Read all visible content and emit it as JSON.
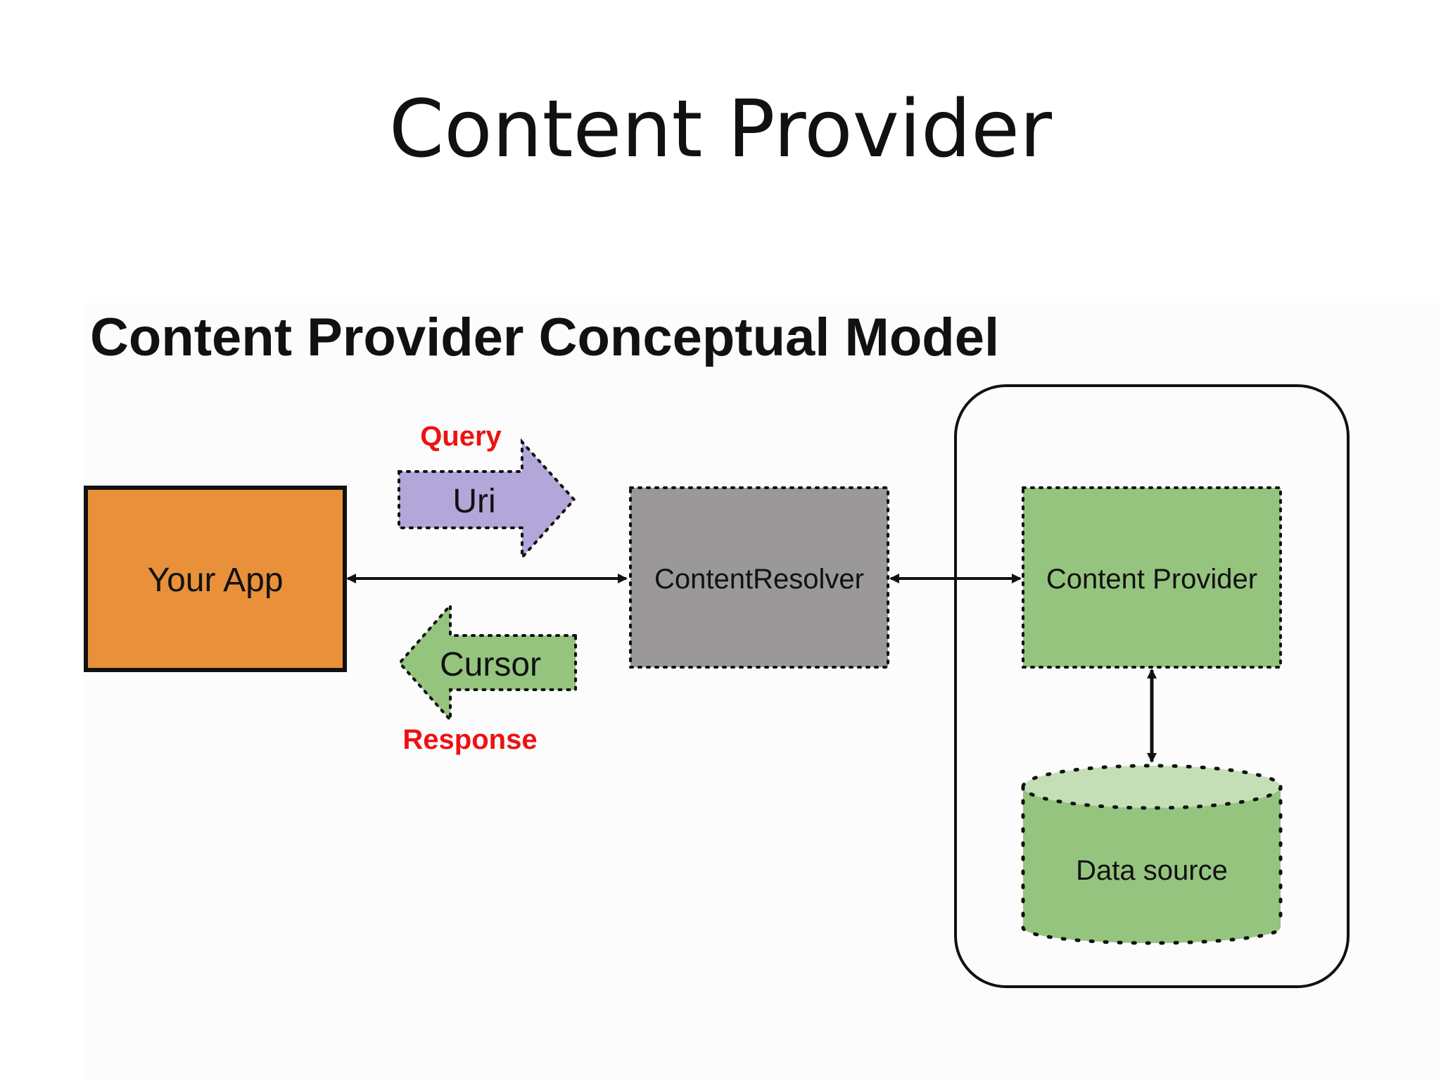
{
  "slide": {
    "title": "Content Provider"
  },
  "diagram": {
    "heading": "Content Provider Conceptual Model",
    "nodes": {
      "your_app": "Your App",
      "content_resolver": "ContentResolver",
      "content_provider": "Content Provider",
      "data_source": "Data source"
    },
    "request": {
      "label": "Query",
      "arrow_text": "Uri"
    },
    "response": {
      "label": "Response",
      "arrow_text": "Cursor"
    }
  },
  "colors": {
    "your_app": "#e8913a",
    "content_resolver": "#9a9899",
    "green": "#95c47f",
    "green_light": "#c4dfb6",
    "uri_arrow": "#b3a6d9",
    "accent_red": "#ee1111"
  }
}
